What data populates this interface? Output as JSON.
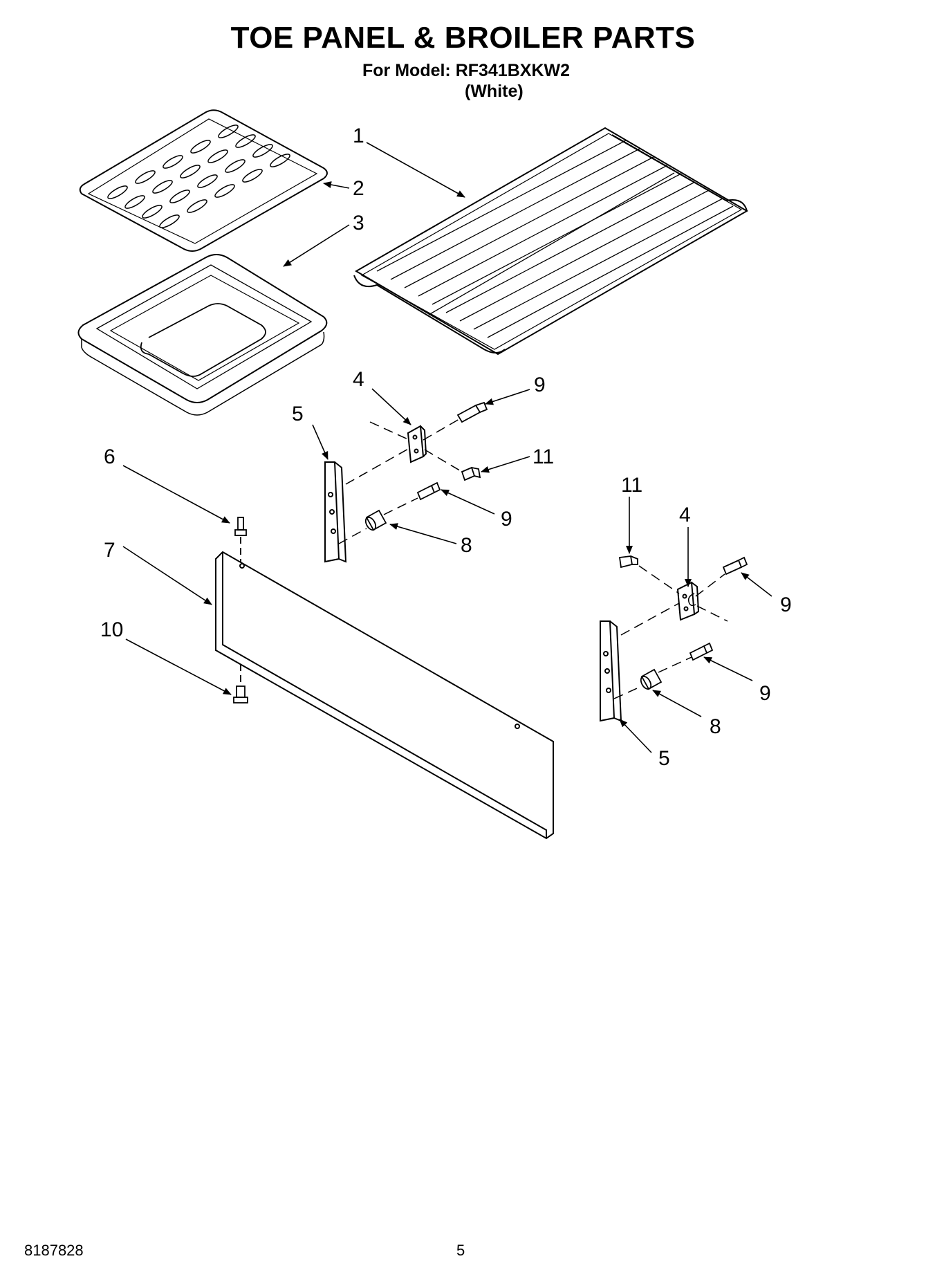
{
  "header": {
    "title": "TOE PANEL & BROILER PARTS",
    "model_line": "For Model: RF341BXKW2",
    "variant": "(White)"
  },
  "callouts": [
    {
      "id": "c1",
      "label": "1"
    },
    {
      "id": "c2",
      "label": "2"
    },
    {
      "id": "c3",
      "label": "3"
    },
    {
      "id": "c4a",
      "label": "4"
    },
    {
      "id": "c9a",
      "label": "9"
    },
    {
      "id": "c5a",
      "label": "5"
    },
    {
      "id": "c11a",
      "label": "11"
    },
    {
      "id": "c9b",
      "label": "9"
    },
    {
      "id": "c8a",
      "label": "8"
    },
    {
      "id": "c6",
      "label": "6"
    },
    {
      "id": "c7",
      "label": "7"
    },
    {
      "id": "c10",
      "label": "10"
    },
    {
      "id": "c11b",
      "label": "11"
    },
    {
      "id": "c4b",
      "label": "4"
    },
    {
      "id": "c9c",
      "label": "9"
    },
    {
      "id": "c9d",
      "label": "9"
    },
    {
      "id": "c8b",
      "label": "8"
    },
    {
      "id": "c5b",
      "label": "5"
    }
  ],
  "footer": {
    "doc_number": "8187828",
    "page_number": "5"
  }
}
